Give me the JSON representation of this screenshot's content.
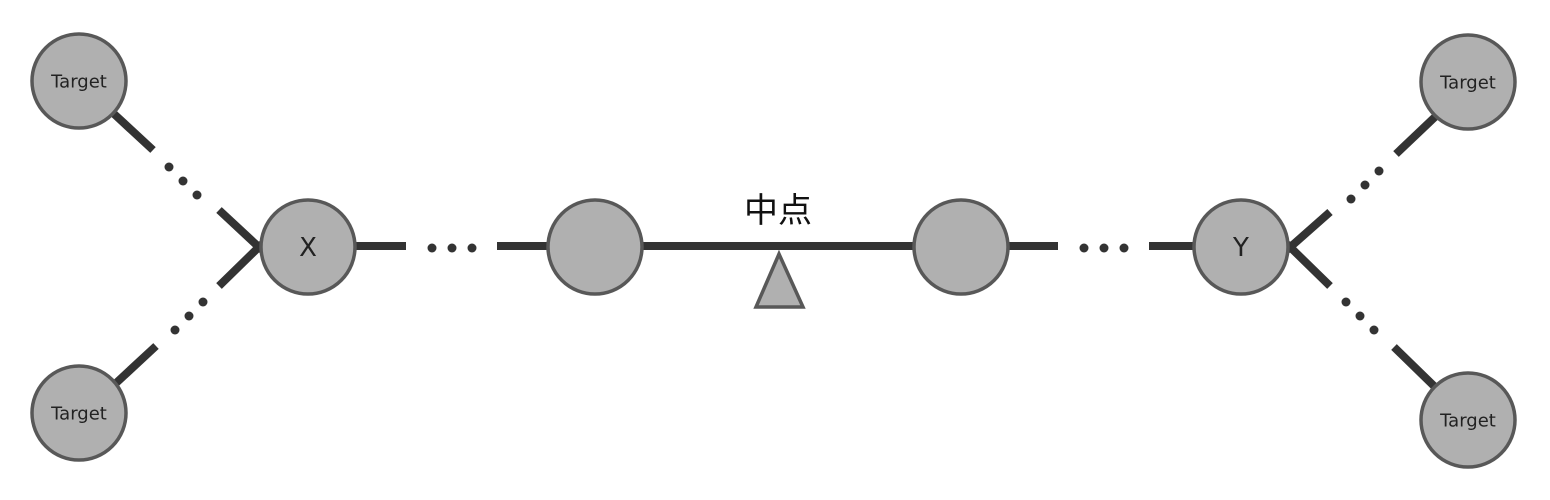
{
  "nodes": {
    "target_top_left": "Target",
    "target_bottom_left": "Target",
    "target_top_right": "Target",
    "target_bottom_right": "Target",
    "x": "X",
    "y": "Y",
    "inner_left": "",
    "inner_right": ""
  },
  "midpoint": {
    "label": "中点"
  },
  "colors": {
    "node_fill": "#b0b0b0",
    "node_stroke": "#585858",
    "edge": "#333333"
  }
}
